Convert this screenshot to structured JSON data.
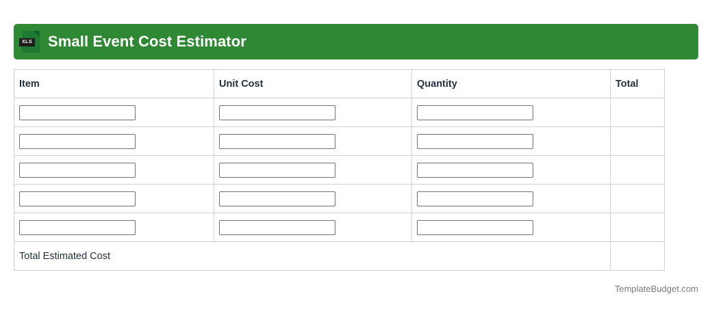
{
  "header": {
    "title": "Small Event Cost Estimator",
    "icon_name": "xls-file-icon",
    "icon_label": "XLS",
    "bar_color": "#2f8833",
    "title_color": "#ffffff"
  },
  "table": {
    "columns": [
      {
        "key": "item",
        "label": "Item"
      },
      {
        "key": "unit_cost",
        "label": "Unit Cost"
      },
      {
        "key": "quantity",
        "label": "Quantity"
      },
      {
        "key": "total",
        "label": "Total"
      }
    ],
    "rows": [
      {
        "item": "",
        "unit_cost": "",
        "quantity": "",
        "total": ""
      },
      {
        "item": "",
        "unit_cost": "",
        "quantity": "",
        "total": ""
      },
      {
        "item": "",
        "unit_cost": "",
        "quantity": "",
        "total": ""
      },
      {
        "item": "",
        "unit_cost": "",
        "quantity": "",
        "total": ""
      },
      {
        "item": "",
        "unit_cost": "",
        "quantity": "",
        "total": ""
      }
    ],
    "summary": {
      "label": "Total Estimated Cost",
      "value": ""
    },
    "border_color": "#cfcfcf",
    "input_border_color": "#707070"
  },
  "footer": {
    "text": "TemplateBudget.com",
    "color": "#7b7b7b"
  }
}
